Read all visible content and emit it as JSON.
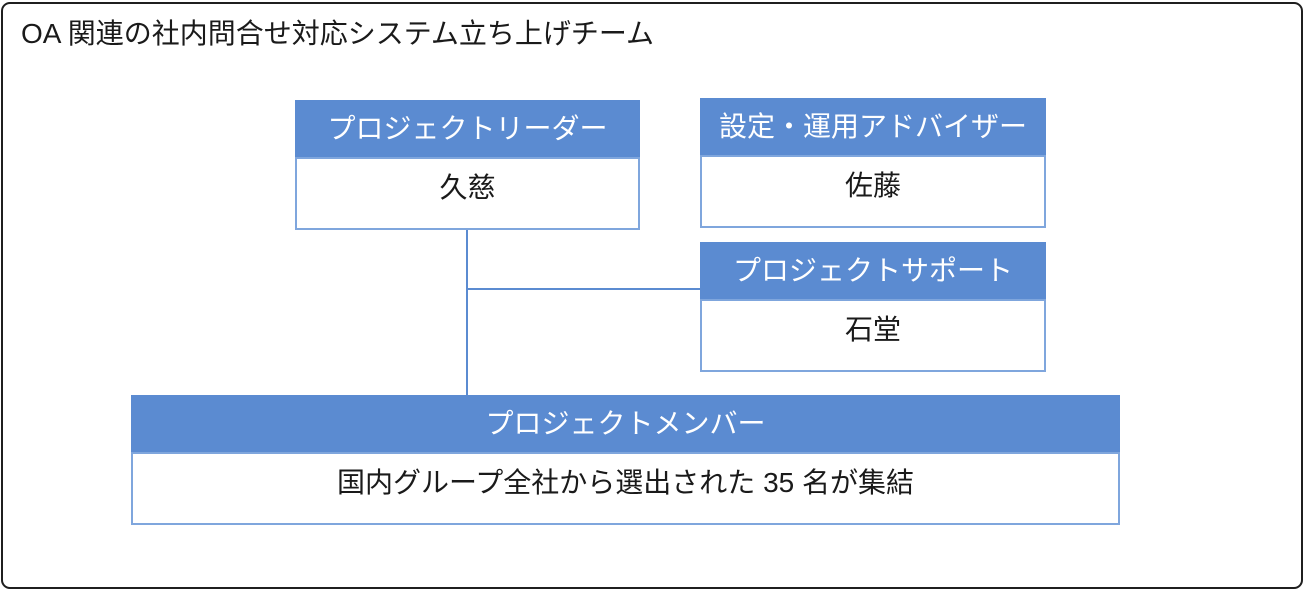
{
  "page": {
    "background": "#ffffff",
    "frame_border_color": "#1f1f1f"
  },
  "title": "OA 関連の社内問合せ対応システム立ち上げチーム",
  "theme": {
    "header_fill": "#5b8bd1",
    "header_text": "#ffffff",
    "body_fill": "#ffffff",
    "body_border": "#7fa6dd",
    "connector": "#5b8bd1",
    "text": "#1a1a1a"
  },
  "org_chart": {
    "type": "org-chart",
    "nodes": [
      {
        "role": "プロジェクトリーダー",
        "member": "久慈"
      },
      {
        "role": "設定・運用アドバイザー",
        "member": "佐藤"
      },
      {
        "role": "プロジェクトサポート",
        "member": "石堂"
      },
      {
        "role": "プロジェクトメンバー",
        "member": "国内グループ全社から選出された 35 名が集結"
      }
    ],
    "connections": [
      {
        "from": "プロジェクトリーダー",
        "to": "プロジェクトメンバー"
      },
      {
        "from": "プロジェクトリーダー",
        "to": "プロジェクトサポート"
      }
    ]
  }
}
